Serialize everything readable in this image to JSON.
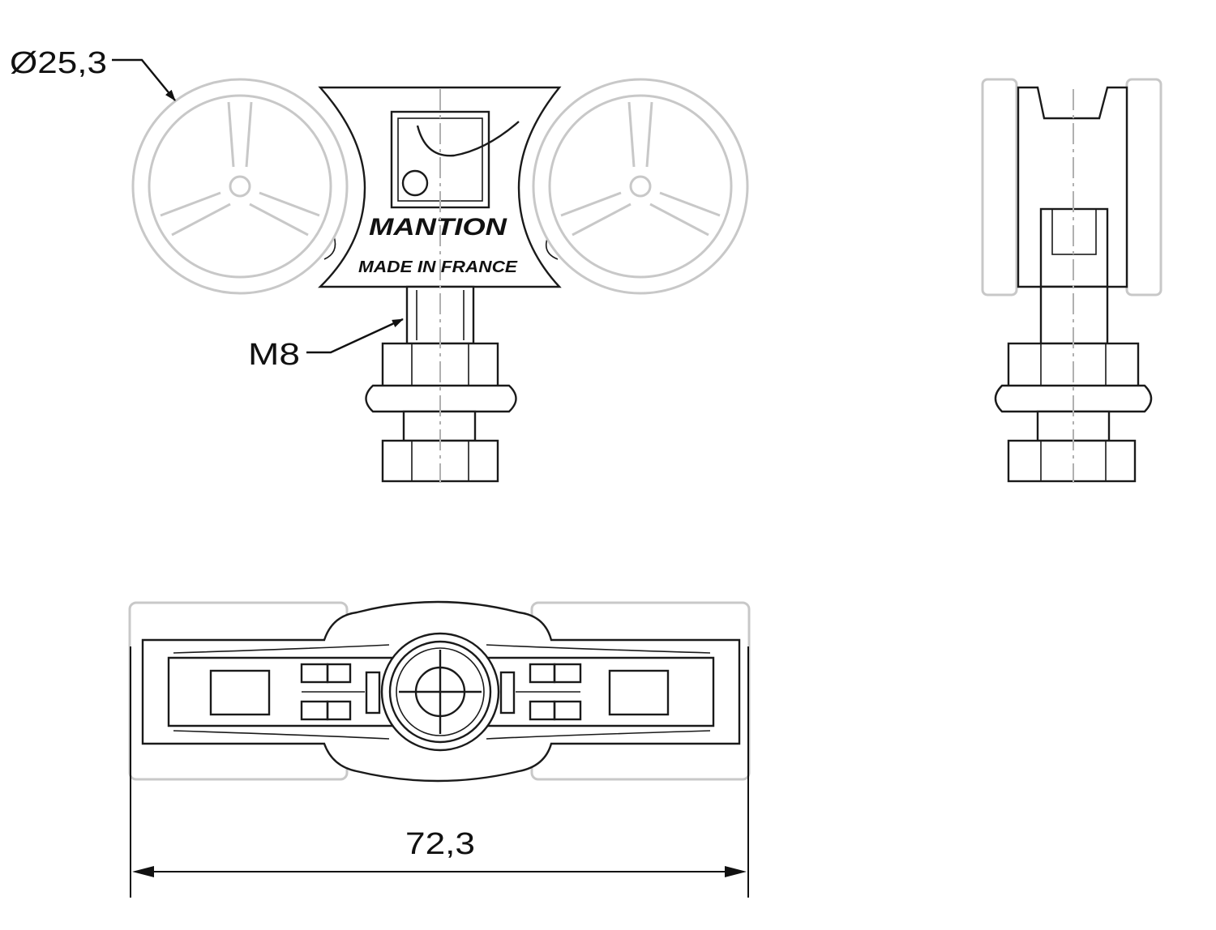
{
  "labels": {
    "diameter": "Ø25,3",
    "thread": "M8",
    "width": "72,3",
    "brand": "MANTION",
    "origin": "MADE IN FRANCE"
  }
}
